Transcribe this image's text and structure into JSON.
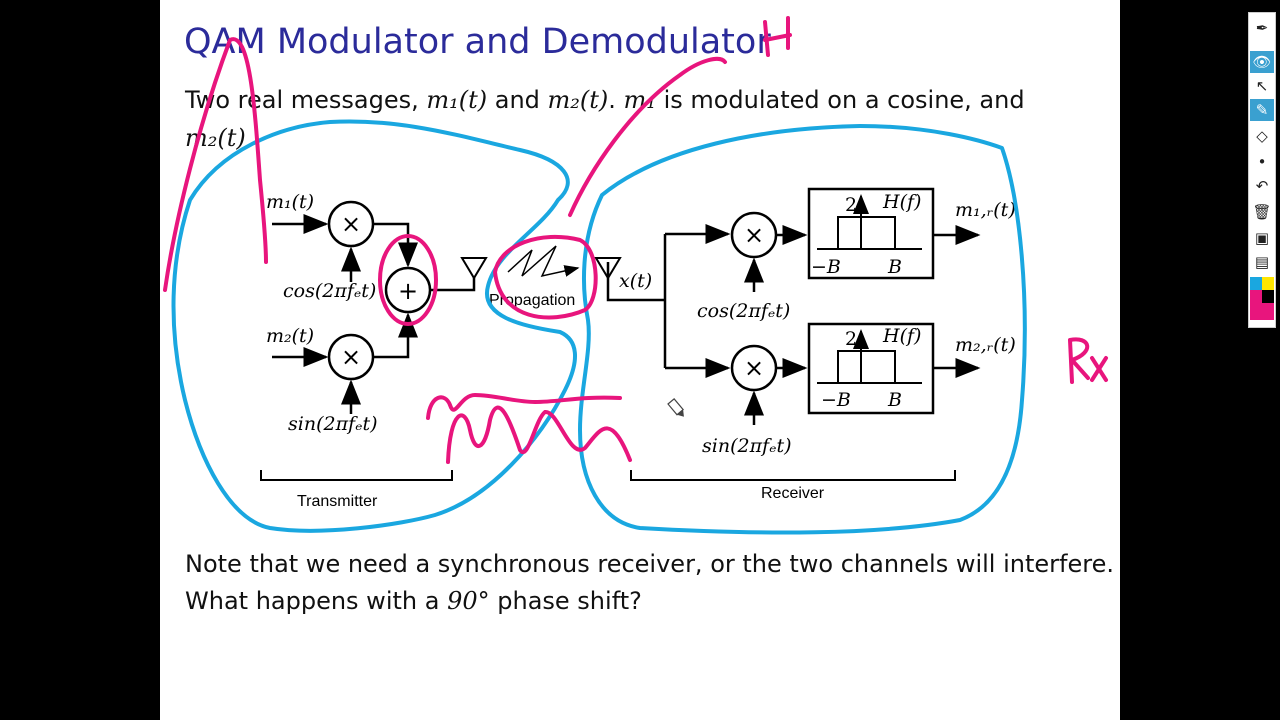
{
  "slide": {
    "title": "QAM Modulator and Demodulator",
    "intro_text_a": "Two real messages, ",
    "intro_m1t": "m₁(t)",
    "intro_and": " and ",
    "intro_m2t": "m₂(t)",
    "intro_dot": ". ",
    "intro_m1": "m₁",
    "intro_text_b": " is modulated on a cosine, and",
    "intro_m2t_line2": "m₂(t)",
    "note_line1": "Note that we need a synchronous receiver, or the two channels will interfere.",
    "note_line2_a": "What happens with a ",
    "note_line2_deg": "90°",
    "note_line2_b": " phase shift?"
  },
  "diagram": {
    "tx_in1": "m₁(t)",
    "tx_in2": "m₂(t)",
    "tx_cos": "cos(2πfₑt)",
    "tx_sin": "sin(2πfₑt)",
    "mult_symbol": "×",
    "add_symbol": "+",
    "propagation": "Propagation",
    "rx_signal": "x(t)",
    "rx_cos": "cos(2πfₑt)",
    "rx_sin": "sin(2πfₑt)",
    "filter_gain": "2",
    "filter_label": "H(f)",
    "filter_neg": "−B",
    "filter_pos": "B",
    "rx_out1": "m₁,ᵣ(t)",
    "rx_out2": "m₂,ᵣ(t)",
    "transmitter_label": "Transmitter",
    "receiver_label": "Receiver"
  },
  "annotations": {
    "handwritten_h": "H",
    "handwritten_rx": "Rx",
    "colors": {
      "pink": "#e8157d",
      "blue": "#1aa7e0",
      "title_blue": "#2b2b9a"
    }
  },
  "toolbar": {
    "icons": [
      "pen-icon",
      "eye-icon",
      "pointer-icon",
      "highlighter-icon",
      "eraser-icon",
      "dot-icon",
      "undo-icon",
      "trash-icon",
      "camera-icon",
      "clipboard-icon"
    ],
    "swatch_colors": [
      "#1aa7e0",
      "#ffe600",
      "#000000",
      "#e8157d"
    ]
  }
}
